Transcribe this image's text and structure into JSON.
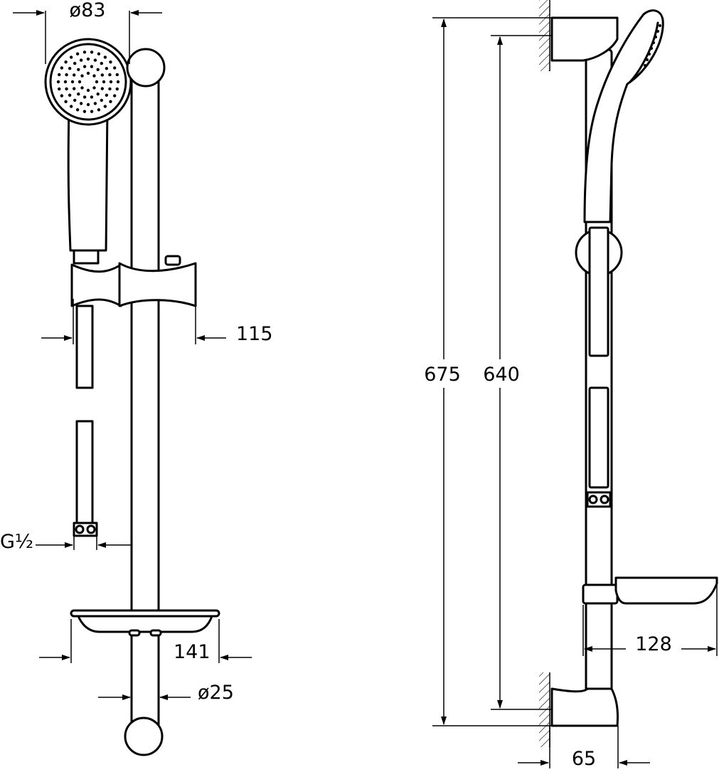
{
  "front_view": {
    "head_diameter": "ø83",
    "clamp_offset": "115",
    "inlet_thread": "G½",
    "dish_width": "141",
    "rail_diameter": "ø25"
  },
  "side_view": {
    "overall_height": "675",
    "fixing_centres": "640",
    "dish_projection": "128",
    "wall_projection": "65"
  }
}
